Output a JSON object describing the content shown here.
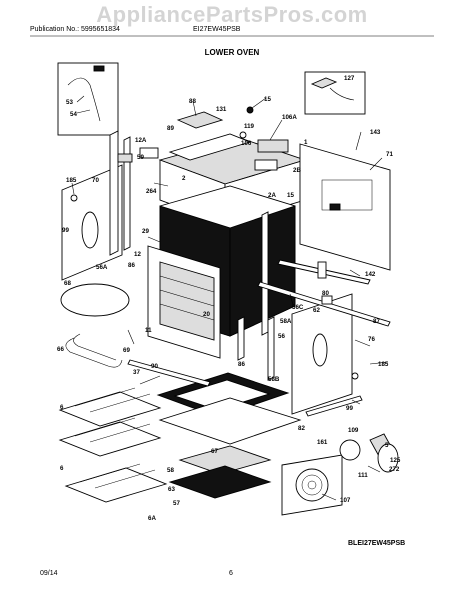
{
  "header": {
    "watermark": "AppliancePartsPros.com",
    "publication": "Publication No.: 5995651834",
    "model": "EI27EW45PSB",
    "title": "LOWER OVEN"
  },
  "footer": {
    "date": "09/14",
    "page": "6",
    "diagram_code": "BLEI27EW45PSB"
  },
  "callouts": {
    "c53": "53",
    "c54": "54",
    "c127": "127",
    "c88": "88",
    "c15": "15",
    "c131": "131",
    "c106A": "106A",
    "c119": "119",
    "c89": "89",
    "c106": "106",
    "c12A": "12A",
    "c143": "143",
    "c59": "59",
    "c1": "1",
    "c71": "71",
    "c185a": "185",
    "c70": "70",
    "c2": "2",
    "c2B": "2B",
    "c264": "264",
    "c2A": "2A",
    "c15b": "15",
    "c99": "99",
    "c29": "29",
    "c12": "12",
    "c86a": "86",
    "c142": "142",
    "c56A": "56A",
    "c68": "68",
    "c80": "80",
    "c56C": "56C",
    "c62": "62",
    "c87": "87",
    "c20": "20",
    "c58A": "58A",
    "c11": "11",
    "c69": "69",
    "c66": "66",
    "c56": "56",
    "c76": "76",
    "c90": "90",
    "c86b": "86",
    "c37": "37",
    "c185b": "185",
    "c58B": "58B",
    "c99b": "99",
    "c6a": "6",
    "c82": "82",
    "c67": "67",
    "c109": "109",
    "c161": "161",
    "c5": "5",
    "c125": "125",
    "c111": "111",
    "c6b": "6",
    "c58": "58",
    "c272": "272",
    "c63": "63",
    "c57": "57",
    "c107": "107",
    "c6A": "6A"
  }
}
